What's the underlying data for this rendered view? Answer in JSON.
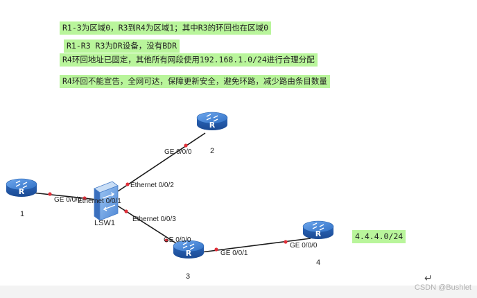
{
  "notes": [
    "R1-3为区域0，R3到R4为区域1；其中R3的环回也在区域0",
    "R1-R3 R3为DR设备，没有BDR",
    "R4环回地址已固定，其他所有网段使用192.168.1.0/24进行合理分配",
    "R4环回不能宣告，全网可达，保障更新安全，避免环路，减少路由条目数量"
  ],
  "devices": {
    "r1": "1",
    "r2": "2",
    "r3": "3",
    "r4": "4",
    "sw": "LSW1"
  },
  "ports": {
    "r1_ge": "GE 0/0/0",
    "sw_e1": "Ethernet 0/0/1",
    "sw_e2": "Ethernet 0/0/2",
    "r2_ge": "GE 0/0/0",
    "sw_e3": "Ethernet 0/0/3",
    "r3_ge0": "GE 0/0/0",
    "r3_ge1": "GE 0/0/1",
    "r4_ge": "GE 0/0/0"
  },
  "r4_loopback": "4.4.4.0/24",
  "watermark": "CSDN @Bushlet",
  "colors": {
    "note_bg": "#b9f59b",
    "router_blue": "#2f6fc4",
    "port_dot": "#e0303a",
    "link": "#1a1a1a"
  }
}
